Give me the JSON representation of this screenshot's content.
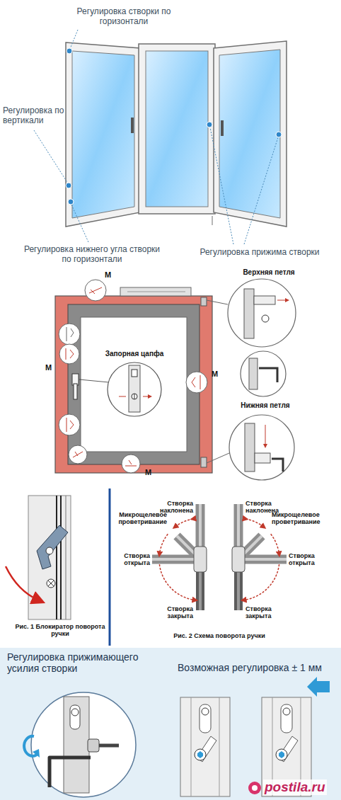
{
  "diagram": {
    "labels": [
      "Регулировка створки по горизонтали",
      "Регулировка по вертикали",
      "Регулировка нижнего угла створки по горизонтали",
      "Регулировка прижима створки",
      "M",
      "Верхняя петля",
      "Запорная цапфа",
      "M",
      "M",
      "Нижняя петля",
      "M",
      "Створка наклонена",
      "Створка наклонена",
      "Микрощелевое проветривание",
      "Микрощелевое проветривание",
      "Створка открыта",
      "Створка открыта",
      "Створка закрыта",
      "Створка закрыта",
      "Рис. 1 Блокиратор поворота ручки",
      "Рис. 2 Схема поворота ручки",
      "Регулировка прижимающего усилия створки",
      "Возможная регулировка ± 1 мм",
      "postila.ru"
    ]
  }
}
